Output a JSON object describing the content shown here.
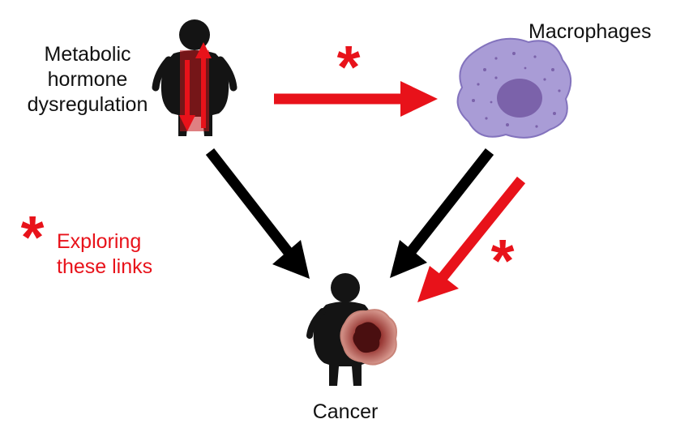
{
  "nodes": {
    "metabolic": {
      "lines": [
        "Metabolic",
        "hormone",
        "dysregulation"
      ],
      "icon": "obese-person-icon"
    },
    "macrophages": {
      "label": "Macrophages",
      "icon": "macrophage-cell-icon"
    },
    "cancer": {
      "label": "Cancer",
      "icon": "person-with-tumor-icon"
    }
  },
  "legend": {
    "symbol": "*",
    "lines": [
      "Exploring",
      "these links"
    ]
  },
  "edges": [
    {
      "from": "metabolic",
      "to": "macrophages",
      "color": "#e8121a",
      "marked": true
    },
    {
      "from": "metabolic",
      "to": "cancer",
      "color": "#000000",
      "marked": false
    },
    {
      "from": "macrophages",
      "to": "cancer",
      "color": "#000000",
      "marked": false
    },
    {
      "from": "macrophages",
      "to": "cancer",
      "color": "#e8121a",
      "marked": true
    }
  ],
  "colors": {
    "highlight": "#e8121a",
    "arrow": "#000000",
    "macrophage_fill": "#a99cd6",
    "macrophage_nucleus": "#7b62aa",
    "tumor": "#c0605a"
  }
}
